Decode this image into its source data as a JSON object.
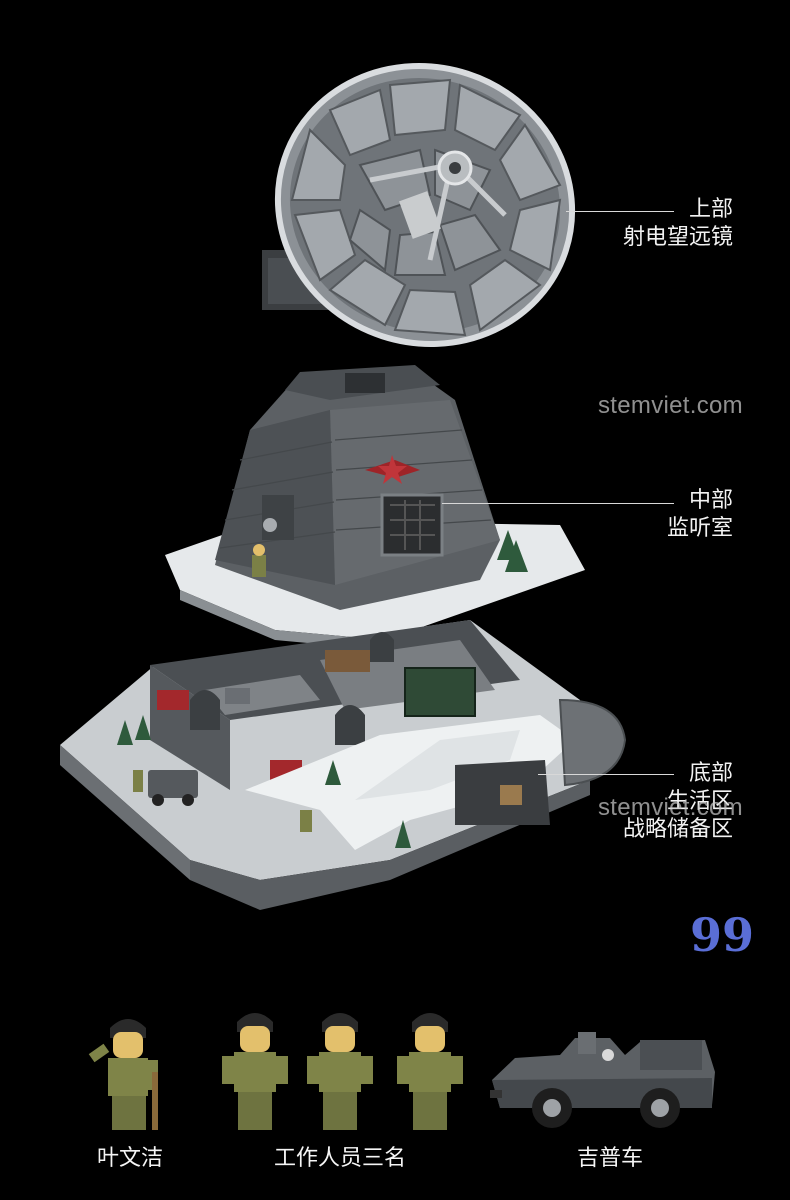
{
  "sections": {
    "top": {
      "title": "上部",
      "subtitle": "射电望远镜"
    },
    "middle": {
      "title": "中部",
      "subtitle": "监听室"
    },
    "bottom": {
      "title": "底部",
      "line2": "生活区",
      "line3": "战略储备区"
    }
  },
  "watermarks": {
    "upper": "stemviet.com",
    "lower": "stemviet.com"
  },
  "quote_glyph": "99",
  "figures": {
    "leader": "叶文洁",
    "staff": "工作人员三名",
    "vehicle": "吉普车"
  },
  "colors": {
    "background": "#000000",
    "brick_gray": "#5b5f63",
    "light_gray": "#a7acb1",
    "snow": "#e9ecee",
    "uniform_olive": "#7f8448",
    "star_red": "#b3262b",
    "accent_blue": "#5a6ed6"
  }
}
